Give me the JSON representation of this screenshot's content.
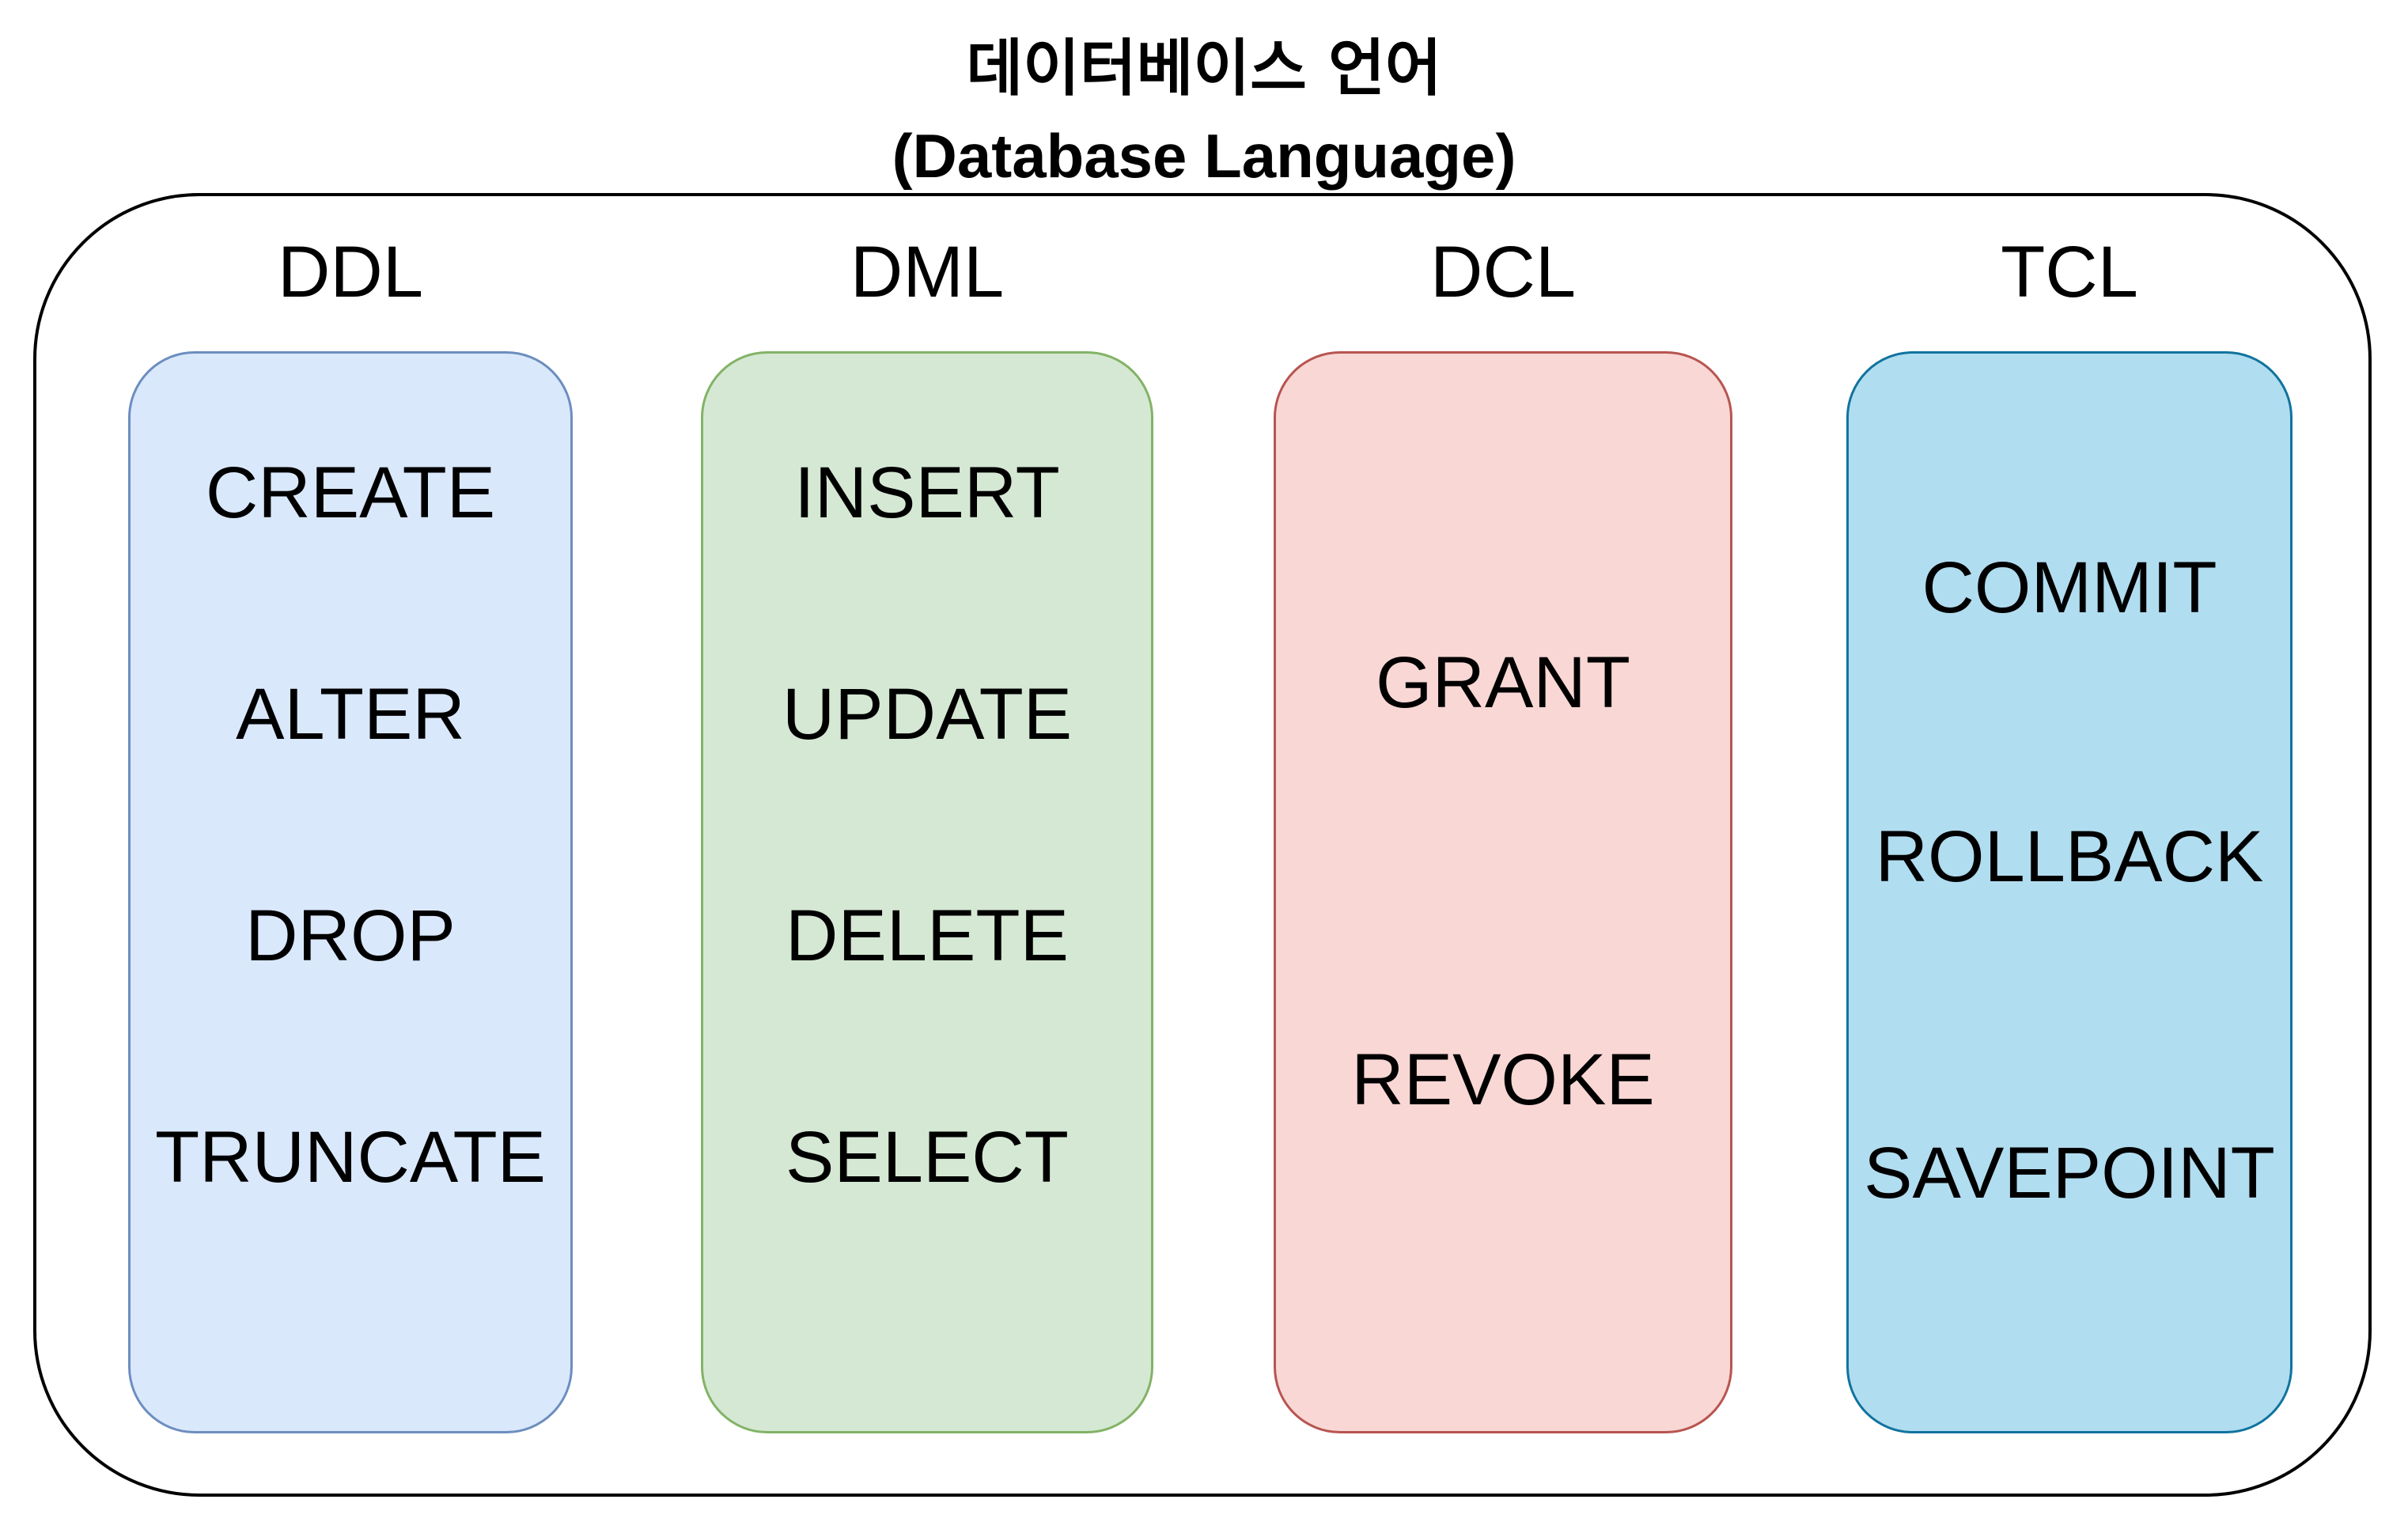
{
  "title": {
    "line1": "데이터베이스 언어",
    "line2": "(Database Language)"
  },
  "colors": {
    "ddl": {
      "fill": "#dae8fc",
      "stroke": "#6c8ebf"
    },
    "dml": {
      "fill": "#d5e8d4",
      "stroke": "#82b366"
    },
    "dcl": {
      "fill": "#f8d7d4",
      "stroke": "#b85450"
    },
    "tcl": {
      "fill": "#b1ddf0",
      "stroke": "#10739e"
    }
  },
  "categories": [
    {
      "name": "DDL",
      "commands": [
        "CREATE",
        "ALTER",
        "DROP",
        "TRUNCATE"
      ]
    },
    {
      "name": "DML",
      "commands": [
        "INSERT",
        "UPDATE",
        "DELETE",
        "SELECT"
      ]
    },
    {
      "name": "DCL",
      "commands": [
        "GRANT",
        "REVOKE"
      ]
    },
    {
      "name": "TCL",
      "commands": [
        "COMMIT",
        "ROLLBACK",
        "SAVEPOINT"
      ]
    }
  ]
}
